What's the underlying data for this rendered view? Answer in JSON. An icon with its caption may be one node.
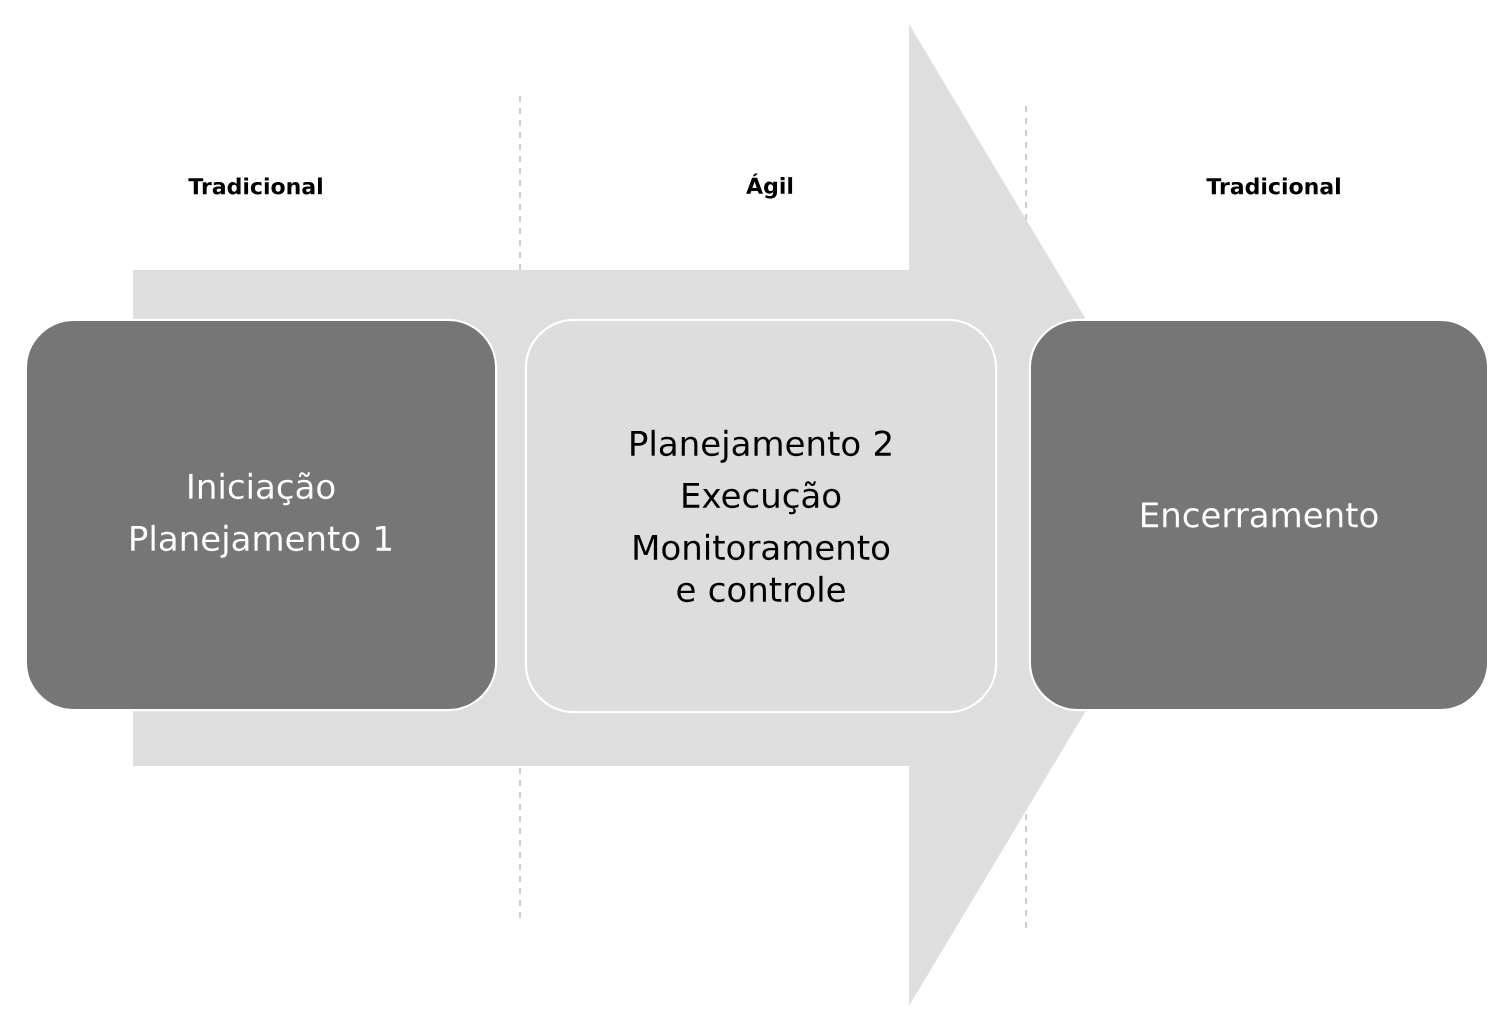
{
  "diagram": {
    "nodes": [
      {
        "text": [
          "Iniciação",
          "Planejamento 1"
        ]
      },
      {
        "text": [
          "Planejamento 2",
          "Execução",
          "Monitoramento e controle"
        ]
      },
      {
        "text": [
          "Encerramento"
        ]
      }
    ],
    "edges": [
      {
        "from": 0,
        "to": 2,
        "arrow": "to"
      }
    ],
    "labels": [
      "Tradicional",
      "Ágil",
      "Tradicional"
    ]
  }
}
